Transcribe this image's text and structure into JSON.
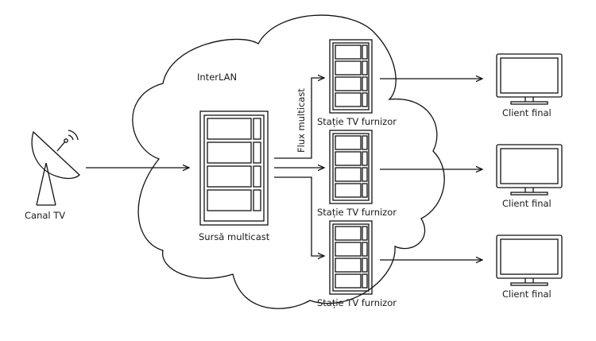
{
  "diagram": {
    "network_label": "InterLAN",
    "source_node": {
      "label": "Canal TV",
      "icon": "satellite-dish-icon"
    },
    "multicast_source": {
      "label": "Sursă multicast",
      "icon": "server-rack-icon"
    },
    "flow_label": "Flux multicast",
    "stations": [
      {
        "label": "Stație TV furnizor",
        "icon": "server-rack-icon"
      },
      {
        "label": "Stație TV furnizor",
        "icon": "server-rack-icon"
      },
      {
        "label": "Stație TV furnizor",
        "icon": "server-rack-icon"
      }
    ],
    "clients": [
      {
        "label": "Client final",
        "icon": "monitor-icon"
      },
      {
        "label": "Client final",
        "icon": "monitor-icon"
      },
      {
        "label": "Client final",
        "icon": "monitor-icon"
      }
    ],
    "colors": {
      "stroke": "#111111",
      "background": "#ffffff"
    }
  }
}
